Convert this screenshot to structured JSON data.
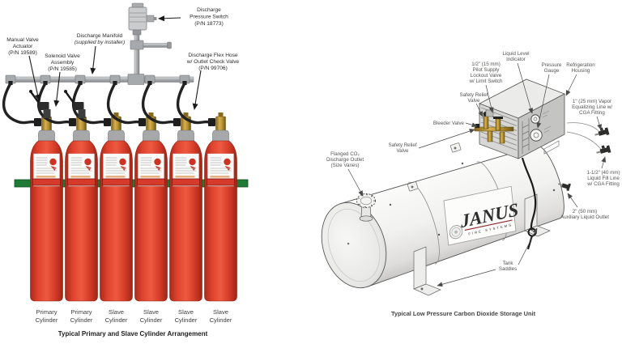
{
  "left_diagram": {
    "caption": "Typical Primary and Slave Cylinder Arrangement",
    "labels": {
      "manual_valve_actuator": [
        "Manual Valve",
        "Actuator",
        "(P/N 19589)"
      ],
      "solenoid_valve_assembly": [
        "Solenoid Valve",
        "Assembly",
        "(P/N 19585)"
      ],
      "discharge_manifold": [
        "Discharge Manifold",
        "(supplied by installer)"
      ],
      "discharge_pressure_switch": [
        "Discharge",
        "Pressure Switch",
        "(P/N 18773)"
      ],
      "discharge_flex_hose": [
        "Discharge Flex Hose",
        "w/ Outlet Check Valve",
        "(P/N 99706)"
      ]
    },
    "cylinders": [
      {
        "label": [
          "Primary",
          "Cylinder"
        ]
      },
      {
        "label": [
          "Primary",
          "Cylinder"
        ]
      },
      {
        "label": [
          "Slave",
          "Cylinder"
        ]
      },
      {
        "label": [
          "Slave",
          "Cylinder"
        ]
      },
      {
        "label": [
          "Slave",
          "Cylinder"
        ]
      },
      {
        "label": [
          "Slave",
          "Cylinder"
        ]
      }
    ]
  },
  "right_diagram": {
    "caption": "Typical Low Pressure Carbon Dioxide Storage Unit",
    "brand": {
      "name": "JANUS",
      "subtitle": "FIRE SYSTEMS"
    },
    "labels": {
      "liquid_level_indicator": [
        "Liquid Level",
        "Indicator"
      ],
      "pilot_supply_lockout_valve": [
        "1/2\" (15 mm)",
        "Pilot Supply",
        "Lockout Valve",
        "w/ Limit Switch"
      ],
      "pressure_gauge": [
        "Pressure",
        "Gauge"
      ],
      "refrigeration_housing": [
        "Refrigeration",
        "Housing"
      ],
      "safety_relief_valve_upper": [
        "Safety Relief",
        "Valve"
      ],
      "bleeder_valve": [
        "Bleeder Valve"
      ],
      "safety_relief_valve_lower": [
        "Safety Relief",
        "Valve"
      ],
      "vapor_equalizing_line": [
        "1\" (25 mm) Vapor",
        "Equalizing Line w/",
        "CGA Fitting"
      ],
      "flanged_discharge_outlet": [
        "Flanged CO₂",
        "Discharge Outlet",
        "(Size Varies)"
      ],
      "liquid_fill_line": [
        "1-1/2\" (40 mm)",
        "Liquid Fill Line",
        "w/ CGA Fitting"
      ],
      "auxiliary_liquid_outlet": [
        "2\" (50 mm)",
        "Auxiliary Liquid Outlet"
      ],
      "tank_saddles": [
        "Tank",
        "Saddles"
      ]
    }
  },
  "colors": {
    "cylinder_red": "#d93a28",
    "strap_red": "#d63a2a",
    "rail_green": "#1f7a36",
    "valve_brass": "#b08d36",
    "janus_red": "#8e2727",
    "pipe_gray": "#b9bcbe",
    "tank_gray": "#efefed"
  }
}
